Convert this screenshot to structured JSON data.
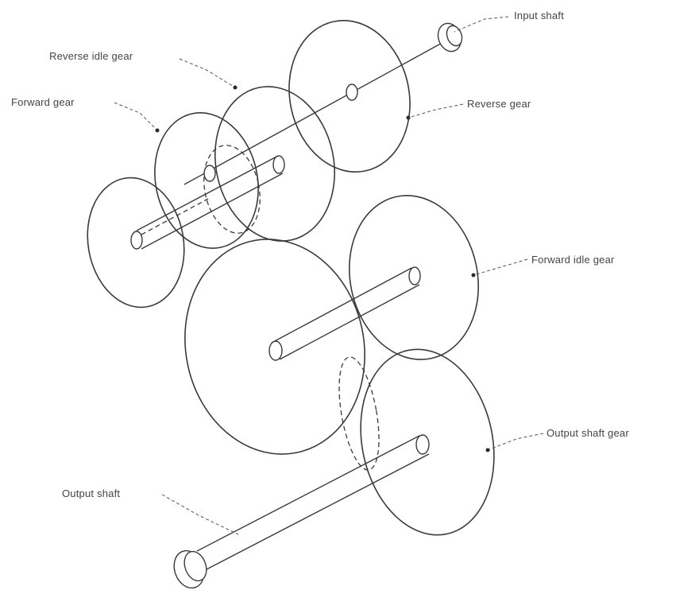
{
  "labels": {
    "input_shaft": "Input shaft",
    "reverse_idle_gear": "Reverse idle gear",
    "forward_gear": "Forward gear",
    "reverse_gear": "Reverse gear",
    "forward_idle_gear": "Forward idle gear",
    "output_shaft_gear": "Output shaft gear",
    "output_shaft": "Output shaft"
  }
}
